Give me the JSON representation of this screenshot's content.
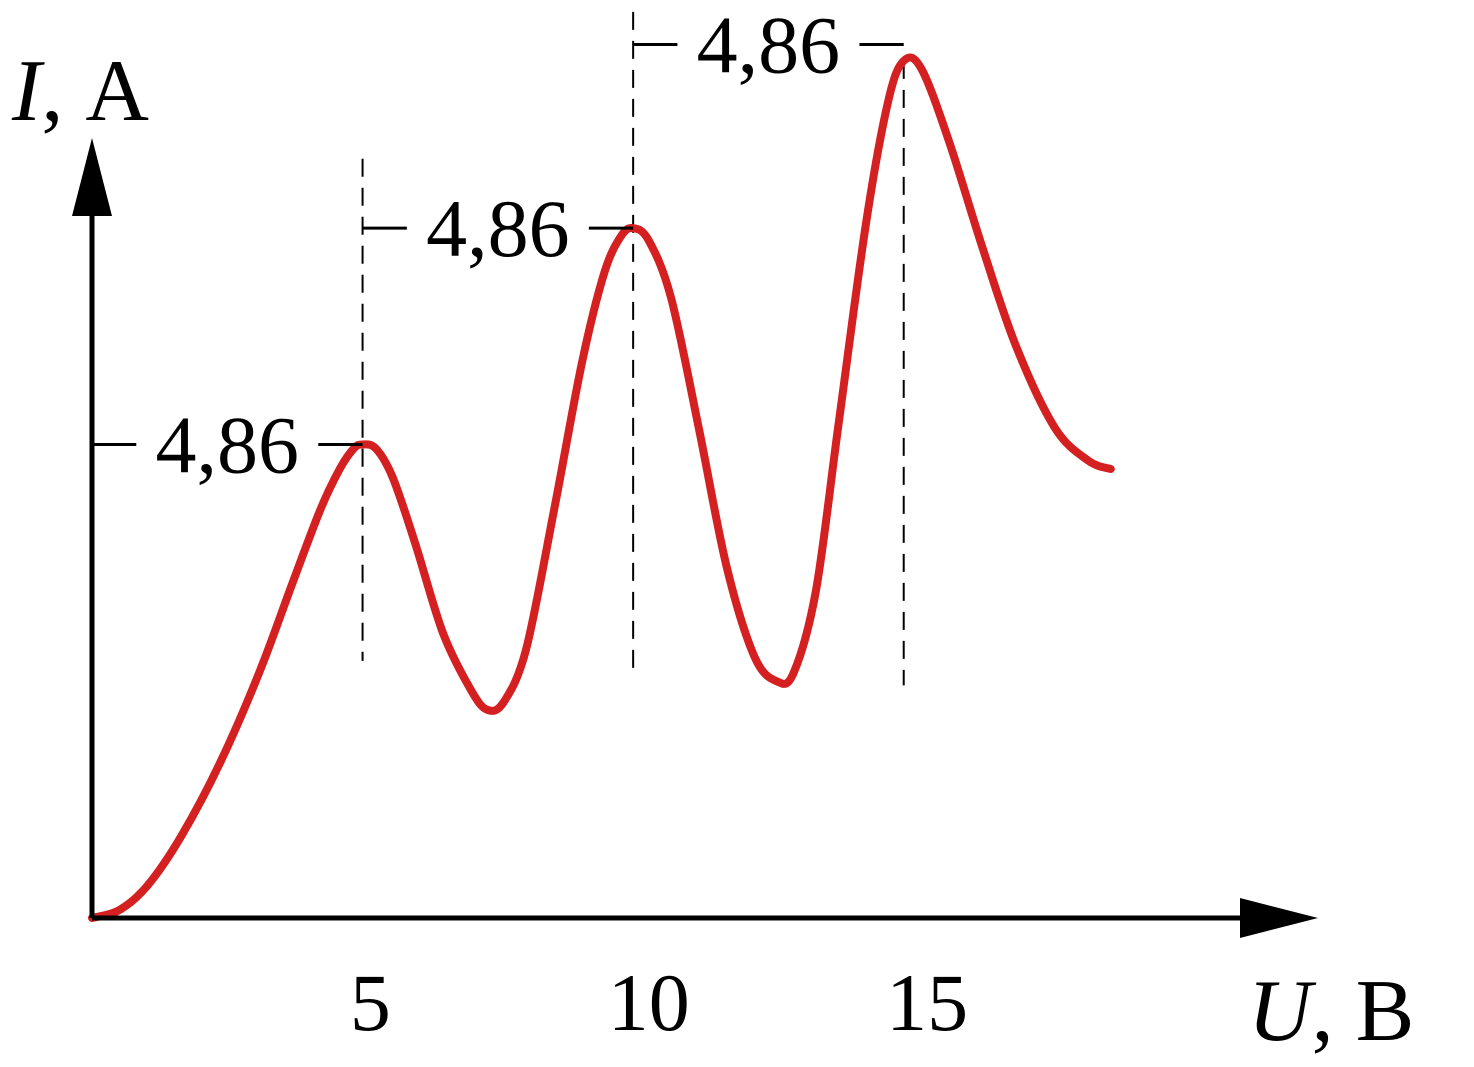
{
  "chart_data": {
    "type": "line",
    "x_axis": {
      "label_var": "U",
      "label_unit": ", В",
      "ticks": [
        5,
        10,
        15
      ],
      "range": [
        0,
        20.8
      ]
    },
    "y_axis": {
      "label_var": "I",
      "label_unit": ", А",
      "range": [
        0,
        1.1
      ]
    },
    "grid": false,
    "series": [
      {
        "color": "#d42020",
        "points": [
          [
            0,
            0
          ],
          [
            0.5,
            0.01
          ],
          [
            1,
            0.04
          ],
          [
            1.6,
            0.1
          ],
          [
            2.3,
            0.19
          ],
          [
            3,
            0.3
          ],
          [
            3.6,
            0.41
          ],
          [
            4.1,
            0.5
          ],
          [
            4.45,
            0.55
          ],
          [
            4.7,
            0.575
          ],
          [
            4.86,
            0.58
          ],
          [
            5.1,
            0.575
          ],
          [
            5.4,
            0.54
          ],
          [
            5.8,
            0.46
          ],
          [
            6.3,
            0.35
          ],
          [
            6.8,
            0.28
          ],
          [
            7.1,
            0.255
          ],
          [
            7.4,
            0.265
          ],
          [
            7.8,
            0.33
          ],
          [
            8.3,
            0.5
          ],
          [
            8.8,
            0.68
          ],
          [
            9.2,
            0.79
          ],
          [
            9.5,
            0.835
          ],
          [
            9.72,
            0.845
          ],
          [
            10,
            0.83
          ],
          [
            10.4,
            0.76
          ],
          [
            10.9,
            0.6
          ],
          [
            11.4,
            0.43
          ],
          [
            11.9,
            0.32
          ],
          [
            12.3,
            0.29
          ],
          [
            12.6,
            0.3
          ],
          [
            13,
            0.4
          ],
          [
            13.4,
            0.6
          ],
          [
            13.9,
            0.85
          ],
          [
            14.3,
            1.0
          ],
          [
            14.58,
            1.05
          ],
          [
            14.9,
            1.04
          ],
          [
            15.4,
            0.95
          ],
          [
            16,
            0.82
          ],
          [
            16.6,
            0.7
          ],
          [
            17.3,
            0.6
          ],
          [
            17.9,
            0.56
          ],
          [
            18.3,
            0.55
          ]
        ]
      }
    ],
    "peaks": [
      {
        "x": 4.86,
        "y": 0.58
      },
      {
        "x": 9.72,
        "y": 0.845
      },
      {
        "x": 14.58,
        "y": 1.05
      }
    ],
    "guides": [
      {
        "x": 4.86,
        "y_top": 0.93,
        "y_bottom": 0.315
      },
      {
        "x": 9.72,
        "y_top": 1.11,
        "y_bottom": 0.3
      },
      {
        "x": 14.58,
        "y_top": 1.05,
        "y_bottom": 0.285
      }
    ],
    "annotations": [
      {
        "text": "4,86",
        "x_from": 0,
        "x_to": 4.86,
        "y": 0.58
      },
      {
        "text": "4,86",
        "x_from": 4.86,
        "x_to": 9.72,
        "y": 0.845
      },
      {
        "text": "4,86",
        "x_from": 9.72,
        "x_to": 14.58,
        "y": 1.07
      }
    ]
  }
}
